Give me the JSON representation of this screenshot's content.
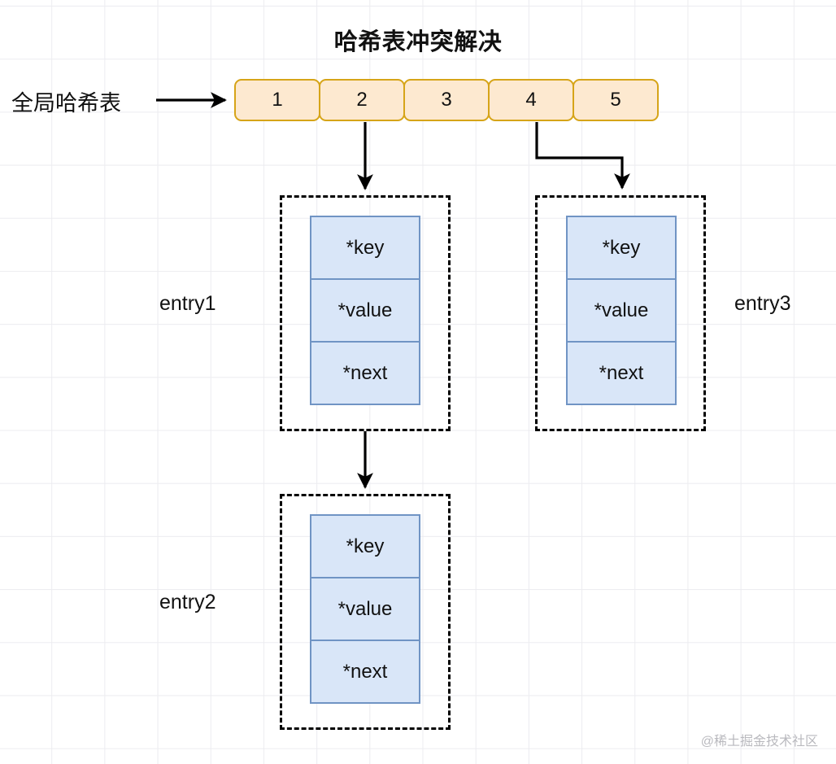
{
  "diagram": {
    "title": "哈希表冲突解决",
    "watermark": "@稀土掘金技术社区",
    "colors": {
      "cell_fill": "#fde9d0",
      "cell_border": "#d6a418",
      "field_fill": "#d9e6f8",
      "field_border": "#7094c4",
      "container_border": "#000000",
      "arrow": "#000000",
      "grid": "#ececf0",
      "text": "#111111",
      "watermark": "#b9b9be"
    },
    "hash_table": {
      "label": "全局哈希表",
      "buckets": [
        {
          "index": "1"
        },
        {
          "index": "2"
        },
        {
          "index": "3"
        },
        {
          "index": "4"
        },
        {
          "index": "5"
        }
      ]
    },
    "entries": [
      {
        "id": "entry1",
        "label": "entry1",
        "fields": [
          {
            "name": "*key"
          },
          {
            "name": "*value"
          },
          {
            "name": "*next"
          }
        ]
      },
      {
        "id": "entry3",
        "label": "entry3",
        "fields": [
          {
            "name": "*key"
          },
          {
            "name": "*value"
          },
          {
            "name": "*next"
          }
        ]
      },
      {
        "id": "entry2",
        "label": "entry2",
        "fields": [
          {
            "name": "*key"
          },
          {
            "name": "*value"
          },
          {
            "name": "*next"
          }
        ]
      }
    ],
    "connections": [
      {
        "from": "全局哈希表",
        "to": "bucket-array",
        "style": "straight-right-arrow"
      },
      {
        "from": "bucket-2",
        "to": "entry1",
        "style": "straight-down-arrow"
      },
      {
        "from": "bucket-4",
        "to": "entry3",
        "style": "elbow-down-right-arrow"
      },
      {
        "from": "entry1",
        "to": "entry2",
        "style": "straight-down-arrow"
      }
    ]
  }
}
